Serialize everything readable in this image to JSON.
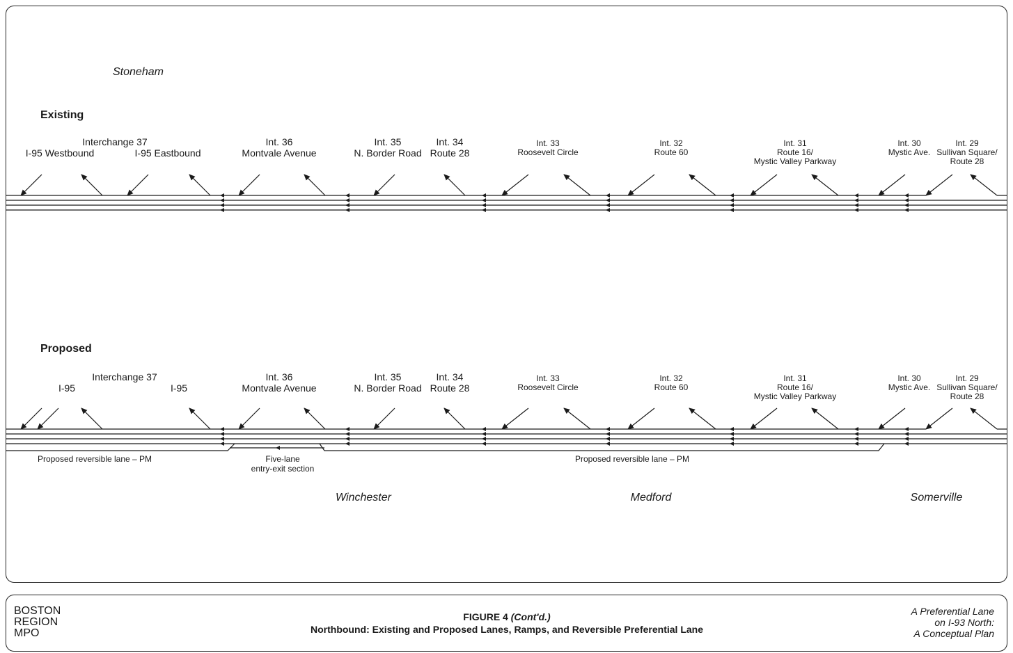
{
  "towns": {
    "stoneham": "Stoneham",
    "winchester": "Winchester",
    "medford": "Medford",
    "somerville": "Somerville"
  },
  "sections": {
    "existing": "Existing",
    "proposed": "Proposed"
  },
  "existing_labels": {
    "int37_title": "Interchange 37",
    "int37_west": "I-95 Westbound",
    "int37_east": "I-95 Eastbound",
    "int36_title": "Int. 36",
    "int36_name": "Montvale Avenue",
    "int35_title": "Int. 35",
    "int35_name": "N. Border Road",
    "int34_title": "Int. 34",
    "int34_name": "Route 28",
    "int33_title": "Int. 33",
    "int33_name": "Roosevelt Circle",
    "int32_title": "Int. 32",
    "int32_name": "Route 60",
    "int31_title": "Int. 31",
    "int31_name1": "Route 16/",
    "int31_name2": "Mystic Valley Parkway",
    "int30_title": "Int. 30",
    "int30_name": "Mystic Ave.",
    "int29_title": "Int. 29",
    "int29_name1": "Sullivan Square/",
    "int29_name2": "Route 28"
  },
  "proposed_labels": {
    "int37_title": "Interchange 37",
    "int37_west": "I-95",
    "int37_east": "I-95",
    "int36_title": "Int. 36",
    "int36_name": "Montvale Avenue",
    "int35_title": "Int. 35",
    "int35_name": "N. Border Road",
    "int34_title": "Int. 34",
    "int34_name": "Route 28",
    "int33_title": "Int. 33",
    "int33_name": "Roosevelt Circle",
    "int32_title": "Int. 32",
    "int32_name": "Route 60",
    "int31_title": "Int. 31",
    "int31_name1": "Route 16/",
    "int31_name2": "Mystic Valley Parkway",
    "int30_title": "Int. 30",
    "int30_name": "Mystic Ave.",
    "int29_title": "Int. 29",
    "int29_name1": "Sullivan Square/",
    "int29_name2": "Route 28",
    "reversible_left": "Proposed reversible lane – PM",
    "five_lane_1": "Five-lane",
    "five_lane_2": "entry-exit section",
    "reversible_right": "Proposed reversible lane – PM"
  },
  "footer": {
    "org_line1": "BOSTON",
    "org_line2": "REGION",
    "org_line3": "MPO",
    "figure_number": "FIGURE 4",
    "figure_contd": "(Cont'd.)",
    "figure_title": "Northbound: Existing and Proposed Lanes, Ramps, and Reversible Preferential Lane",
    "report_line1": "A Preferential Lane",
    "report_line2": "on I-93 North:",
    "report_line3": "A Conceptual Plan"
  }
}
